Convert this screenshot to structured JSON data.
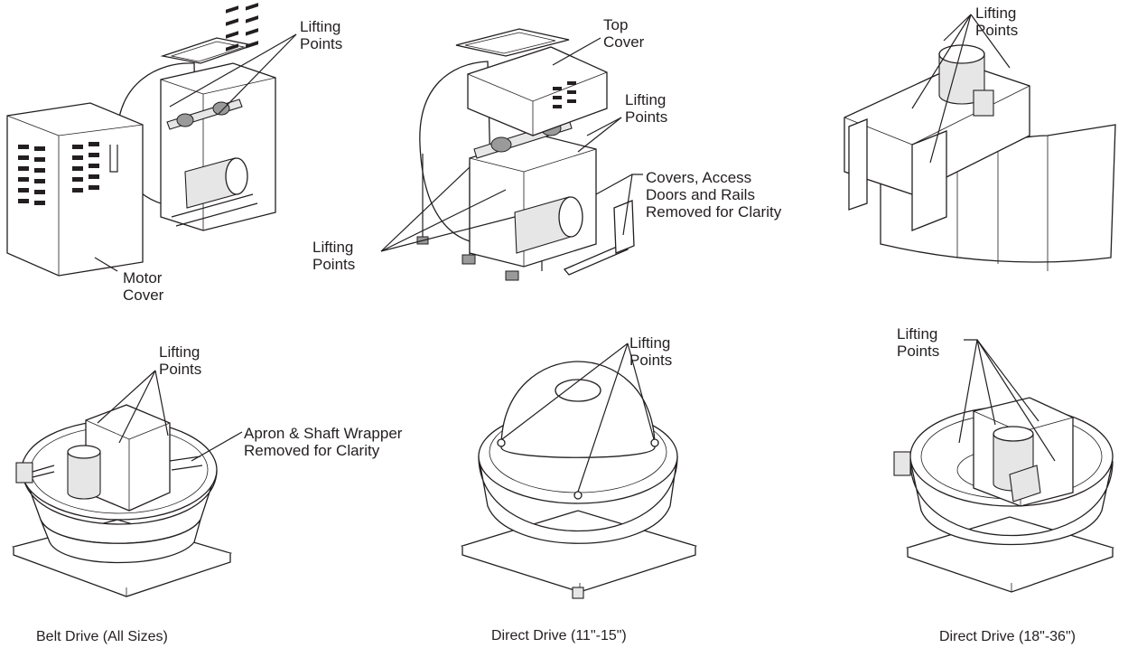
{
  "labels": {
    "lifting_points_1": "Lifting\nPoints",
    "motor_cover": "Motor\nCover",
    "top_cover": "Top\nCover",
    "lifting_points_2": "Lifting\nPoints",
    "lifting_points_3": "Lifting\nPoints",
    "covers_access": "Covers, Access\nDoors and Rails\nRemoved for Clarity",
    "lifting_points_4": "Lifting\nPoints",
    "lifting_points_5": "Lifting\nPoints",
    "apron_shaft": "Apron & Shaft Wrapper\nRemoved for Clarity",
    "lifting_points_6": "Lifting\nPoints",
    "lifting_points_7": "Lifting\nPoints"
  },
  "captions": {
    "belt_drive": "Belt Drive (All Sizes)",
    "direct_drive_small": "Direct Drive (11\"-15\")",
    "direct_drive_large": "Direct Drive (18\"-36\")"
  },
  "colors": {
    "line": "#231f20",
    "shade": "#e6e6e6",
    "background": "#ffffff"
  }
}
